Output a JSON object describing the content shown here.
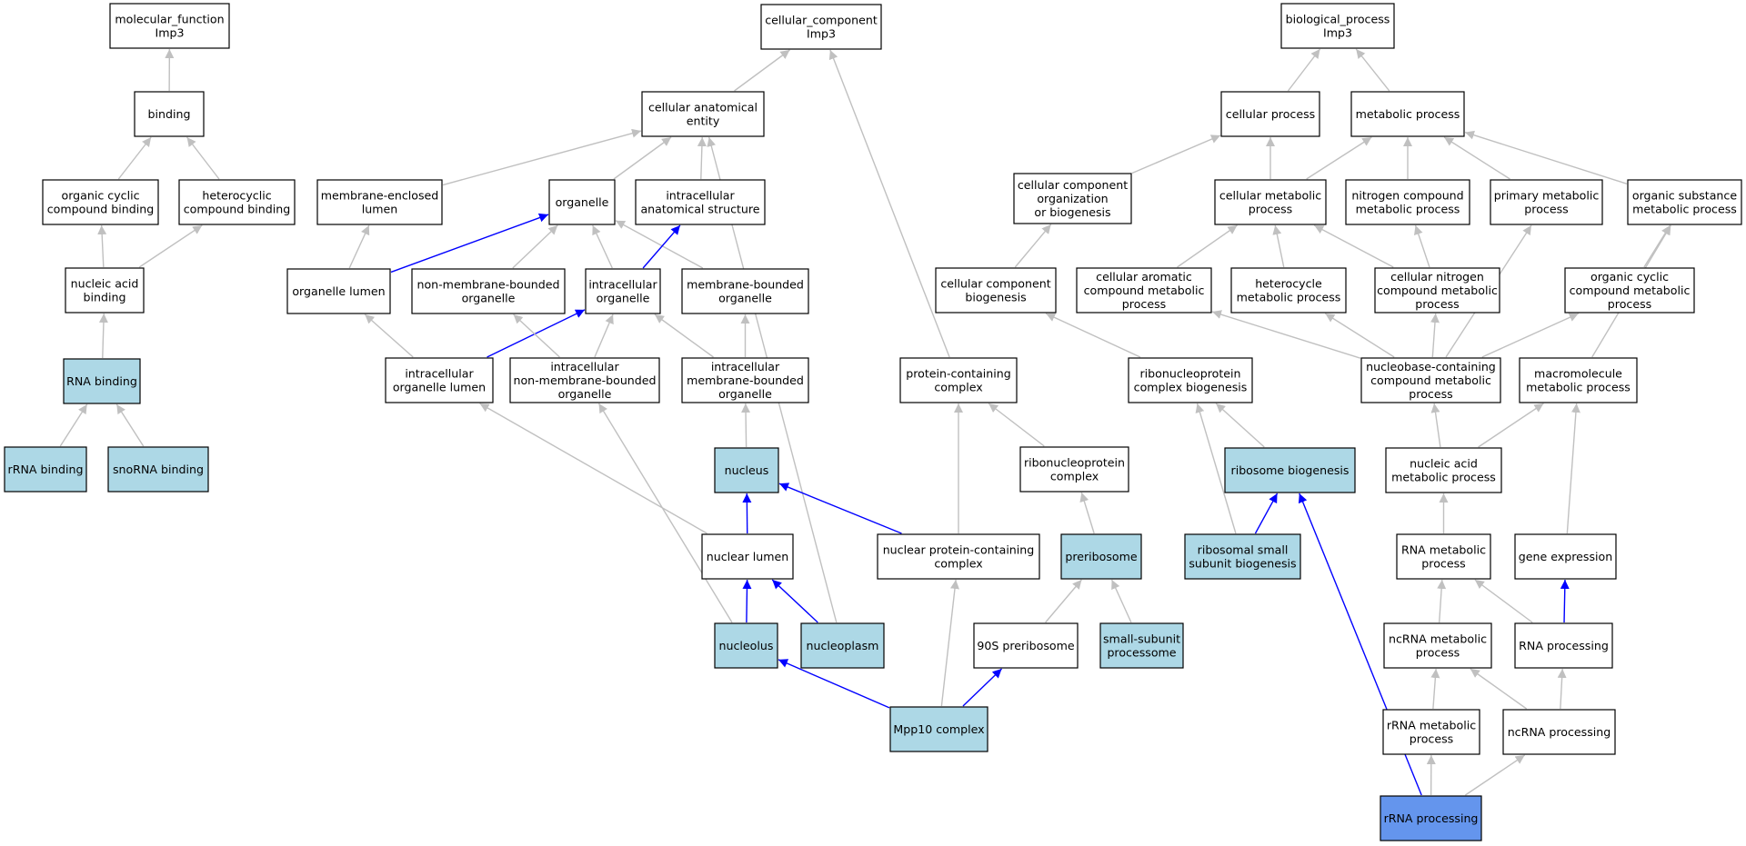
{
  "colors": {
    "plain_fill": "#ffffff",
    "annotated_fill": "#add8e6",
    "query_fill": "#6495ed",
    "edge_gray": "#c0c0c0",
    "edge_blue": "#0000ff"
  },
  "nodes": [
    {
      "id": "mf",
      "lines": [
        "molecular_function",
        "Imp3"
      ],
      "style": "plain"
    },
    {
      "id": "binding",
      "lines": [
        "binding"
      ],
      "style": "plain"
    },
    {
      "id": "ocb",
      "lines": [
        "organic cyclic",
        "compound binding"
      ],
      "style": "plain"
    },
    {
      "id": "hcb",
      "lines": [
        "heterocyclic",
        "compound binding"
      ],
      "style": "plain"
    },
    {
      "id": "nab",
      "lines": [
        "nucleic acid",
        "binding"
      ],
      "style": "plain"
    },
    {
      "id": "rnab",
      "lines": [
        "RNA binding"
      ],
      "style": "annotated"
    },
    {
      "id": "rrnab",
      "lines": [
        "rRNA binding"
      ],
      "style": "annotated"
    },
    {
      "id": "snorna",
      "lines": [
        "snoRNA binding"
      ],
      "style": "annotated"
    },
    {
      "id": "cc",
      "lines": [
        "cellular_component",
        "Imp3"
      ],
      "style": "plain"
    },
    {
      "id": "cae",
      "lines": [
        "cellular anatomical",
        "entity"
      ],
      "style": "plain"
    },
    {
      "id": "mel",
      "lines": [
        "membrane-enclosed",
        "lumen"
      ],
      "style": "plain"
    },
    {
      "id": "organelle",
      "lines": [
        "organelle"
      ],
      "style": "plain"
    },
    {
      "id": "ias",
      "lines": [
        "intracellular",
        "anatomical structure"
      ],
      "style": "plain"
    },
    {
      "id": "ol",
      "lines": [
        "organelle lumen"
      ],
      "style": "plain"
    },
    {
      "id": "nmbo",
      "lines": [
        "non-membrane-bounded",
        "organelle"
      ],
      "style": "plain"
    },
    {
      "id": "io",
      "lines": [
        "intracellular",
        "organelle"
      ],
      "style": "plain"
    },
    {
      "id": "mbo",
      "lines": [
        "membrane-bounded",
        "organelle"
      ],
      "style": "plain"
    },
    {
      "id": "iol",
      "lines": [
        "intracellular",
        "organelle lumen"
      ],
      "style": "plain"
    },
    {
      "id": "inmbo",
      "lines": [
        "intracellular",
        "non-membrane-bounded",
        "organelle"
      ],
      "style": "plain"
    },
    {
      "id": "imbo",
      "lines": [
        "intracellular",
        "membrane-bounded",
        "organelle"
      ],
      "style": "plain"
    },
    {
      "id": "nucleus",
      "lines": [
        "nucleus"
      ],
      "style": "annotated"
    },
    {
      "id": "nlumen",
      "lines": [
        "nuclear lumen"
      ],
      "style": "plain"
    },
    {
      "id": "nucleolus",
      "lines": [
        "nucleolus"
      ],
      "style": "annotated"
    },
    {
      "id": "nucleoplasm",
      "lines": [
        "nucleoplasm"
      ],
      "style": "annotated"
    },
    {
      "id": "pcc",
      "lines": [
        "protein-containing",
        "complex"
      ],
      "style": "plain"
    },
    {
      "id": "npcc",
      "lines": [
        "nuclear protein-containing",
        "complex"
      ],
      "style": "plain"
    },
    {
      "id": "rnpc",
      "lines": [
        "ribonucleoprotein",
        "complex"
      ],
      "style": "plain"
    },
    {
      "id": "prerib",
      "lines": [
        "preribosome"
      ],
      "style": "annotated"
    },
    {
      "id": "p90s",
      "lines": [
        "90S preribosome"
      ],
      "style": "plain"
    },
    {
      "id": "ssp",
      "lines": [
        "small-subunit",
        "processome"
      ],
      "style": "annotated"
    },
    {
      "id": "mpp10",
      "lines": [
        "Mpp10 complex"
      ],
      "style": "annotated"
    },
    {
      "id": "bp",
      "lines": [
        "biological_process",
        "Imp3"
      ],
      "style": "plain"
    },
    {
      "id": "cp",
      "lines": [
        "cellular process"
      ],
      "style": "plain"
    },
    {
      "id": "mp",
      "lines": [
        "metabolic process"
      ],
      "style": "plain"
    },
    {
      "id": "ccob",
      "lines": [
        "cellular component",
        "organization",
        "or biogenesis"
      ],
      "style": "plain"
    },
    {
      "id": "cmp",
      "lines": [
        "cellular metabolic",
        "process"
      ],
      "style": "plain"
    },
    {
      "id": "ncmp",
      "lines": [
        "nitrogen compound",
        "metabolic process"
      ],
      "style": "plain"
    },
    {
      "id": "pmp",
      "lines": [
        "primary metabolic",
        "process"
      ],
      "style": "plain"
    },
    {
      "id": "osmp",
      "lines": [
        "organic substance",
        "metabolic process"
      ],
      "style": "plain"
    },
    {
      "id": "ccb",
      "lines": [
        "cellular component",
        "biogenesis"
      ],
      "style": "plain"
    },
    {
      "id": "cacmp",
      "lines": [
        "cellular aromatic",
        "compound metabolic",
        "process"
      ],
      "style": "plain"
    },
    {
      "id": "hmp",
      "lines": [
        "heterocycle",
        "metabolic process"
      ],
      "style": "plain"
    },
    {
      "id": "cncmp",
      "lines": [
        "cellular nitrogen",
        "compound metabolic",
        "process"
      ],
      "style": "plain"
    },
    {
      "id": "occmp",
      "lines": [
        "organic cyclic",
        "compound metabolic",
        "process"
      ],
      "style": "plain"
    },
    {
      "id": "rnpcb",
      "lines": [
        "ribonucleoprotein",
        "complex biogenesis"
      ],
      "style": "plain"
    },
    {
      "id": "nbccmp",
      "lines": [
        "nucleobase-containing",
        "compound metabolic",
        "process"
      ],
      "style": "plain"
    },
    {
      "id": "mmp",
      "lines": [
        "macromolecule",
        "metabolic process"
      ],
      "style": "plain"
    },
    {
      "id": "ribbio",
      "lines": [
        "ribosome biogenesis"
      ],
      "style": "annotated"
    },
    {
      "id": "namp",
      "lines": [
        "nucleic acid",
        "metabolic process"
      ],
      "style": "plain"
    },
    {
      "id": "rssb",
      "lines": [
        "ribosomal small",
        "subunit biogenesis"
      ],
      "style": "annotated"
    },
    {
      "id": "rnamp",
      "lines": [
        "RNA metabolic",
        "process"
      ],
      "style": "plain"
    },
    {
      "id": "geneexp",
      "lines": [
        "gene expression"
      ],
      "style": "plain"
    },
    {
      "id": "ncrnamp",
      "lines": [
        "ncRNA metabolic",
        "process"
      ],
      "style": "plain"
    },
    {
      "id": "rnaproc",
      "lines": [
        "RNA processing"
      ],
      "style": "plain"
    },
    {
      "id": "rrnamp",
      "lines": [
        "rRNA metabolic",
        "process"
      ],
      "style": "plain"
    },
    {
      "id": "ncrnaproc",
      "lines": [
        "ncRNA processing"
      ],
      "style": "plain"
    },
    {
      "id": "rrnaproc",
      "lines": [
        "rRNA processing"
      ],
      "style": "query"
    }
  ],
  "edges": [
    {
      "from": "binding",
      "to": "mf",
      "style": "gray"
    },
    {
      "from": "ocb",
      "to": "binding",
      "style": "gray"
    },
    {
      "from": "hcb",
      "to": "binding",
      "style": "gray"
    },
    {
      "from": "nab",
      "to": "ocb",
      "style": "gray"
    },
    {
      "from": "nab",
      "to": "hcb",
      "style": "gray"
    },
    {
      "from": "rnab",
      "to": "nab",
      "style": "gray"
    },
    {
      "from": "rrnab",
      "to": "rnab",
      "style": "gray"
    },
    {
      "from": "snorna",
      "to": "rnab",
      "style": "gray"
    },
    {
      "from": "cae",
      "to": "cc",
      "style": "gray"
    },
    {
      "from": "pcc",
      "to": "cc",
      "style": "gray"
    },
    {
      "from": "mel",
      "to": "cae",
      "style": "gray"
    },
    {
      "from": "organelle",
      "to": "cae",
      "style": "gray"
    },
    {
      "from": "ias",
      "to": "cae",
      "style": "gray"
    },
    {
      "from": "nucleoplasm",
      "to": "cae",
      "style": "gray"
    },
    {
      "from": "ol",
      "to": "mel",
      "style": "gray"
    },
    {
      "from": "ol",
      "to": "organelle",
      "style": "blue"
    },
    {
      "from": "nmbo",
      "to": "organelle",
      "style": "gray"
    },
    {
      "from": "io",
      "to": "organelle",
      "style": "gray"
    },
    {
      "from": "mbo",
      "to": "organelle",
      "style": "gray"
    },
    {
      "from": "io",
      "to": "ias",
      "style": "blue"
    },
    {
      "from": "iol",
      "to": "ol",
      "style": "gray"
    },
    {
      "from": "iol",
      "to": "io",
      "style": "blue"
    },
    {
      "from": "inmbo",
      "to": "nmbo",
      "style": "gray"
    },
    {
      "from": "inmbo",
      "to": "io",
      "style": "gray"
    },
    {
      "from": "imbo",
      "to": "io",
      "style": "gray"
    },
    {
      "from": "imbo",
      "to": "mbo",
      "style": "gray"
    },
    {
      "from": "nucleus",
      "to": "imbo",
      "style": "gray"
    },
    {
      "from": "nlumen",
      "to": "nucleus",
      "style": "blue"
    },
    {
      "from": "nlumen",
      "to": "iol",
      "style": "gray"
    },
    {
      "from": "npcc",
      "to": "nucleus",
      "style": "blue"
    },
    {
      "from": "nucleolus",
      "to": "nlumen",
      "style": "blue"
    },
    {
      "from": "nucleolus",
      "to": "inmbo",
      "style": "gray"
    },
    {
      "from": "nucleoplasm",
      "to": "nlumen",
      "style": "blue"
    },
    {
      "from": "npcc",
      "to": "pcc",
      "style": "gray"
    },
    {
      "from": "rnpc",
      "to": "pcc",
      "style": "gray"
    },
    {
      "from": "prerib",
      "to": "rnpc",
      "style": "gray"
    },
    {
      "from": "p90s",
      "to": "prerib",
      "style": "gray"
    },
    {
      "from": "ssp",
      "to": "prerib",
      "style": "gray"
    },
    {
      "from": "mpp10",
      "to": "nucleolus",
      "style": "blue"
    },
    {
      "from": "mpp10",
      "to": "npcc",
      "style": "gray"
    },
    {
      "from": "mpp10",
      "to": "p90s",
      "style": "blue"
    },
    {
      "from": "cp",
      "to": "bp",
      "style": "gray"
    },
    {
      "from": "mp",
      "to": "bp",
      "style": "gray"
    },
    {
      "from": "ccob",
      "to": "cp",
      "style": "gray"
    },
    {
      "from": "cmp",
      "to": "cp",
      "style": "gray"
    },
    {
      "from": "cmp",
      "to": "mp",
      "style": "gray"
    },
    {
      "from": "ncmp",
      "to": "mp",
      "style": "gray"
    },
    {
      "from": "pmp",
      "to": "mp",
      "style": "gray"
    },
    {
      "from": "osmp",
      "to": "mp",
      "style": "gray"
    },
    {
      "from": "ccb",
      "to": "ccob",
      "style": "gray"
    },
    {
      "from": "cacmp",
      "to": "cmp",
      "style": "gray"
    },
    {
      "from": "hmp",
      "to": "cmp",
      "style": "gray"
    },
    {
      "from": "cncmp",
      "to": "cmp",
      "style": "gray"
    },
    {
      "from": "cncmp",
      "to": "ncmp",
      "style": "gray"
    },
    {
      "from": "occmp",
      "to": "osmp",
      "style": "gray"
    },
    {
      "from": "rnpcb",
      "to": "ccb",
      "style": "gray"
    },
    {
      "from": "nbccmp",
      "to": "cacmp",
      "style": "gray"
    },
    {
      "from": "nbccmp",
      "to": "hmp",
      "style": "gray"
    },
    {
      "from": "nbccmp",
      "to": "cncmp",
      "style": "gray"
    },
    {
      "from": "nbccmp",
      "to": "occmp",
      "style": "gray"
    },
    {
      "from": "nbccmp",
      "to": "pmp",
      "style": "gray"
    },
    {
      "from": "mmp",
      "to": "osmp",
      "style": "gray"
    },
    {
      "from": "ribbio",
      "to": "rnpcb",
      "style": "gray"
    },
    {
      "from": "rssb",
      "to": "rnpcb",
      "style": "gray"
    },
    {
      "from": "rssb",
      "to": "ribbio",
      "style": "blue"
    },
    {
      "from": "namp",
      "to": "nbccmp",
      "style": "gray"
    },
    {
      "from": "namp",
      "to": "mmp",
      "style": "gray"
    },
    {
      "from": "rnamp",
      "to": "namp",
      "style": "gray"
    },
    {
      "from": "geneexp",
      "to": "mmp",
      "style": "gray"
    },
    {
      "from": "ncrnamp",
      "to": "rnamp",
      "style": "gray"
    },
    {
      "from": "rnaproc",
      "to": "rnamp",
      "style": "gray"
    },
    {
      "from": "rnaproc",
      "to": "geneexp",
      "style": "blue"
    },
    {
      "from": "rrnamp",
      "to": "ncrnamp",
      "style": "gray"
    },
    {
      "from": "ncrnaproc",
      "to": "ncrnamp",
      "style": "gray"
    },
    {
      "from": "ncrnaproc",
      "to": "rnaproc",
      "style": "gray"
    },
    {
      "from": "rrnaproc",
      "to": "rrnamp",
      "style": "gray"
    },
    {
      "from": "rrnaproc",
      "to": "ncrnaproc",
      "style": "gray"
    },
    {
      "from": "rrnaproc",
      "to": "ribbio",
      "style": "blue"
    }
  ]
}
